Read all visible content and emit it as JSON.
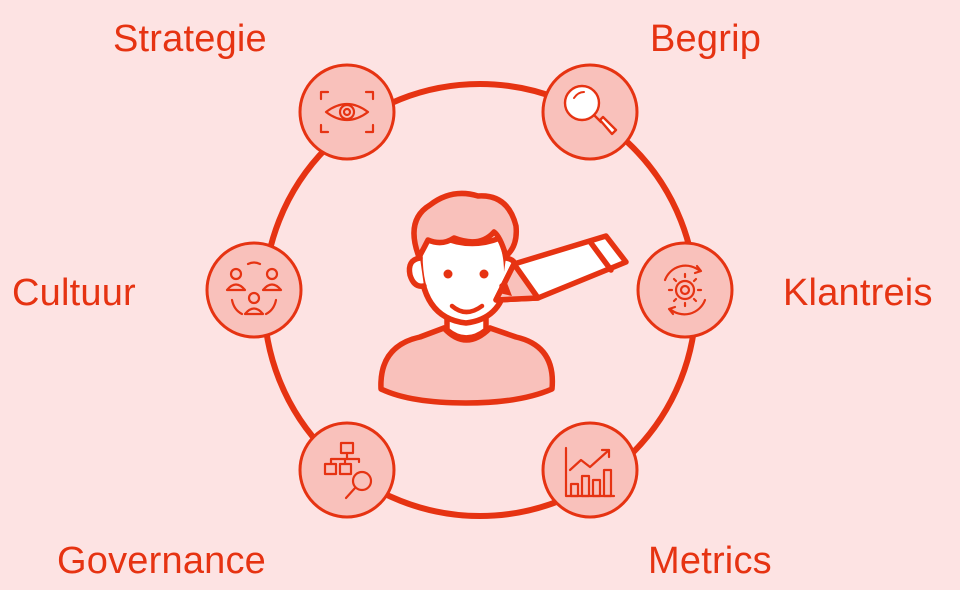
{
  "colors": {
    "background": "#fde3e3",
    "accent": "#e63312",
    "fill_light": "#f9c1bb",
    "fill_white": "#ffffff"
  },
  "labels": {
    "strategie": "Strategie",
    "begrip": "Begrip",
    "cultuur": "Cultuur",
    "klantreis": "Klantreis",
    "governance": "Governance",
    "metrics": "Metrics"
  },
  "icons": {
    "center": "person-with-pencil-icon",
    "strategie": "eye-scan-icon",
    "begrip": "magnifier-icon",
    "cultuur": "team-cycle-icon",
    "klantreis": "gear-cycle-icon",
    "governance": "org-chart-search-icon",
    "metrics": "bar-chart-growth-icon"
  }
}
